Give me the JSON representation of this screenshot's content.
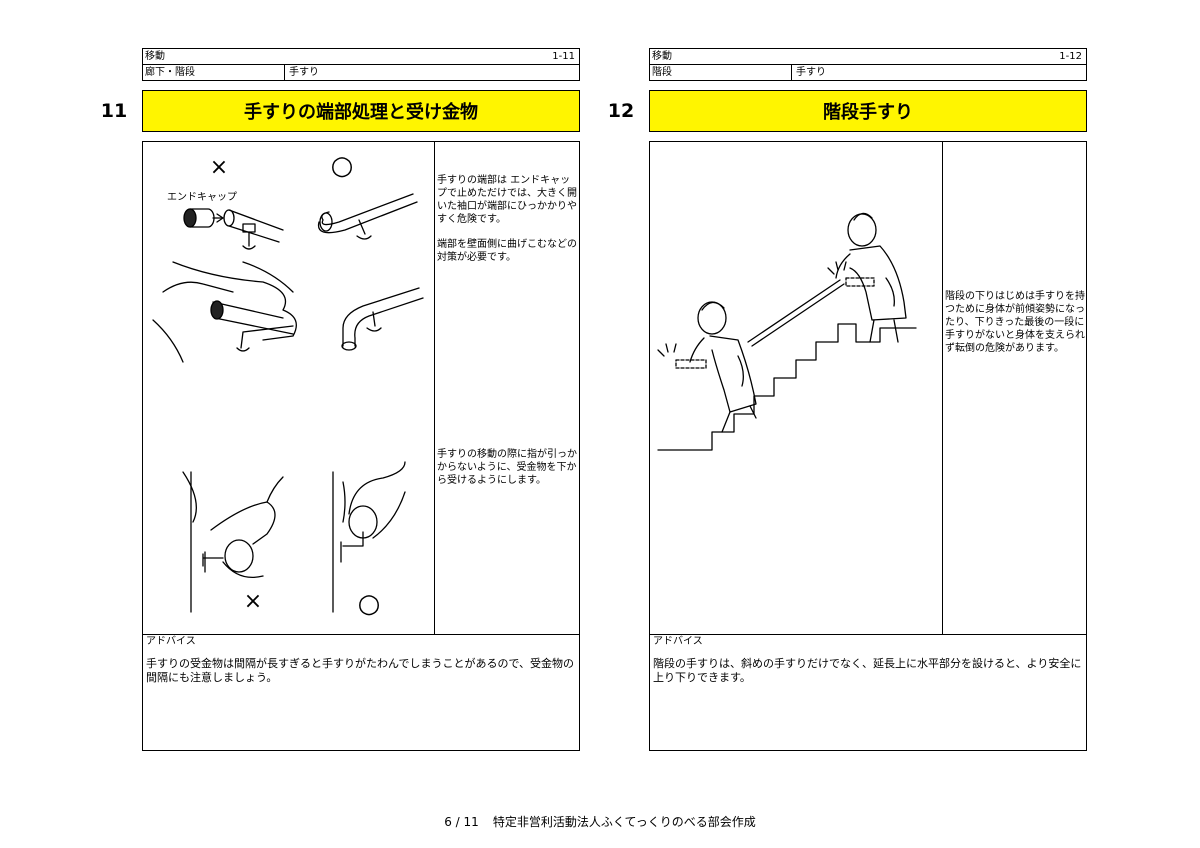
{
  "page": {
    "left": {
      "category": "移動",
      "code": "1-11",
      "sub1": "廊下・階段",
      "sub2": "手すり",
      "number": "11",
      "title": "手すりの端部処理と受け金物",
      "illus": {
        "top_bad_mark": "×",
        "top_good_mark": "○",
        "endcap_label": "エンドキャップ",
        "bottom_bad_mark": "×",
        "bottom_good_mark": "○"
      },
      "note1": "手すりの端部は エンドキャップで止めただけでは、大きく開いた袖口が端部にひっかかりやすく危険です。",
      "note2": "端部を壁面側に曲げこむなどの対策が必要です。",
      "note3": "手すりの移動の際に指が引っかからないように、受金物を下から受けるようにします。",
      "advice_label": "アドバイス",
      "advice_text": "手すりの受金物は間隔が長すぎると手すりがたわんでしまうことがあるので、受金物の間隔にも注意しましょう。"
    },
    "right": {
      "category": "移動",
      "code": "1-12",
      "sub1": "階段",
      "sub2": "手すり",
      "number": "12",
      "title": "階段手すり",
      "note1": "階段の下りはじめは手すりを持つために身体が前傾姿勢になったり、下りきった最後の一段に手すりがないと身体を支えられず転倒の危険があります。",
      "advice_label": "アドバイス",
      "advice_text": "階段の手すりは、斜めの手すりだけでなく、延長上に水平部分を設けると、より安全に上り下りできます。"
    }
  },
  "footer": {
    "page": "6 / 11",
    "org": "特定非営利活動法人ふくてっくりのべる部会作成"
  },
  "colors": {
    "title_band": "#fff500",
    "line": "#000000",
    "background": "#ffffff"
  }
}
